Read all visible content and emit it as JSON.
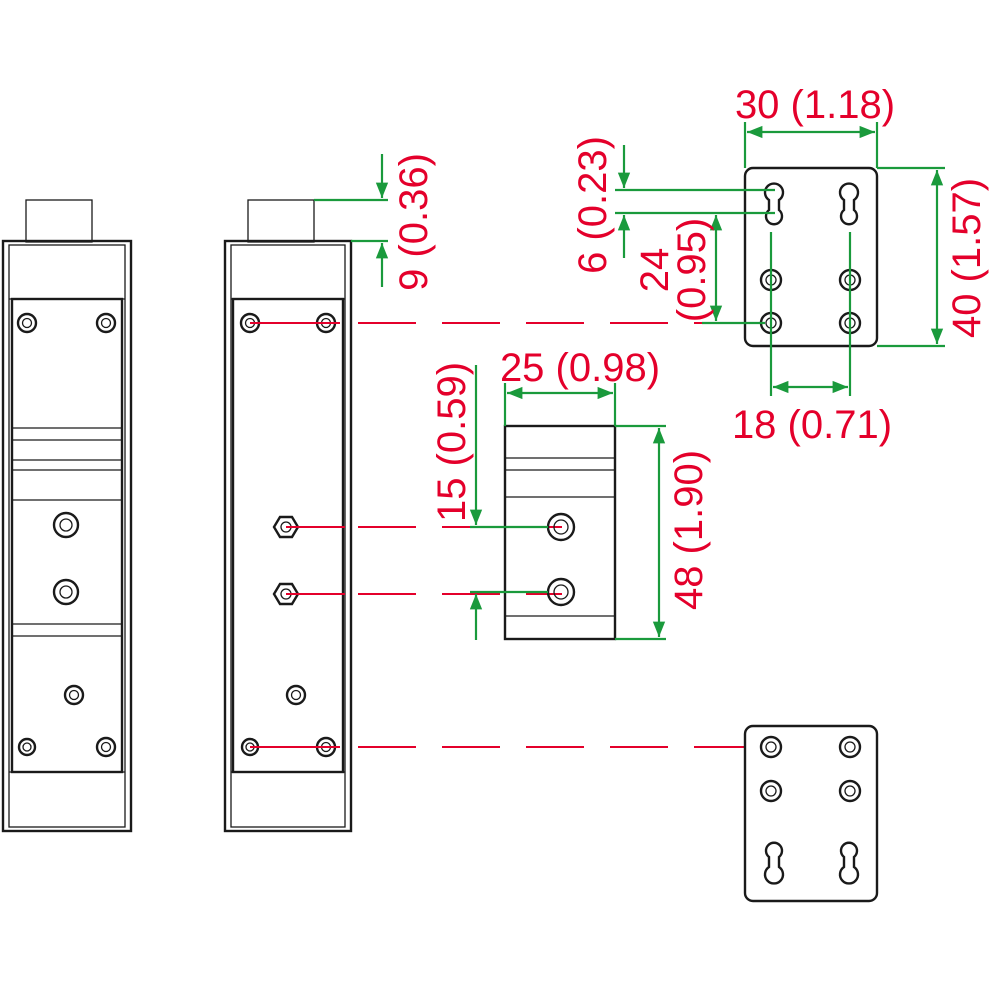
{
  "colors": {
    "outline": "#1a1a1a",
    "dimension_text": "#e4002b",
    "centerline": "#e4002b",
    "dimension_line": "#1a9a3c"
  },
  "dimensions": {
    "top_plate_width": "30 (1.18)",
    "top_plate_height": "40 (1.57)",
    "top_plate_hole_spacing": "18 (0.71)",
    "keyhole_offset": "6 (0.23)",
    "keyhole_to_screw": "24",
    "keyhole_to_screw_inch": "(0.95)",
    "tab_height": "9 (0.36)",
    "din_clip_width": "25 (0.98)",
    "din_clip_height": "48 (1.90)",
    "din_clip_screw_spacing": "15 (0.59)"
  }
}
